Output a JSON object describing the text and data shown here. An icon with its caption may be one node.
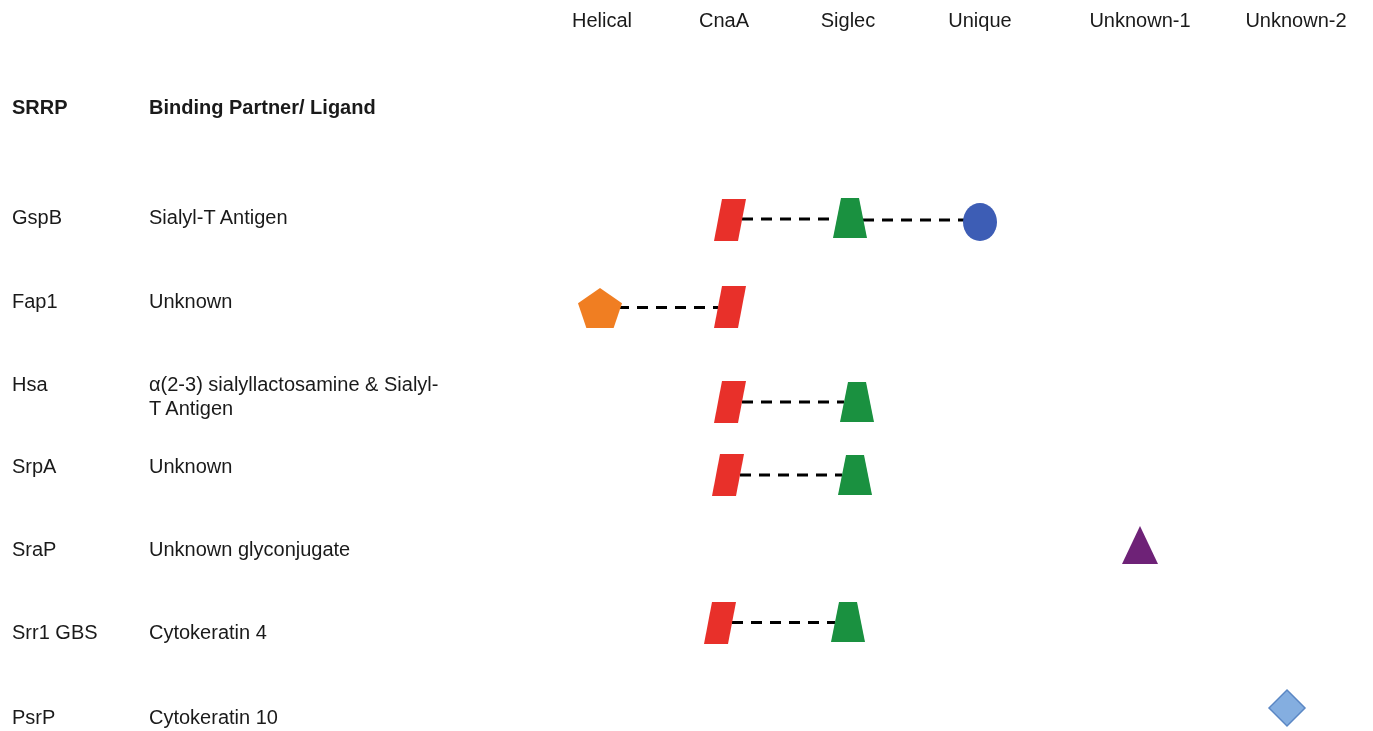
{
  "diagram": {
    "nodes": [
      {
        "text": [],
        "shape": "parallelogram"
      },
      {
        "text": [],
        "shape": "trapezoid"
      },
      {
        "text": [],
        "shape": "circle"
      },
      {
        "text": [],
        "shape": "pentagon"
      },
      {
        "text": [],
        "shape": "parallelogram"
      },
      {
        "text": [],
        "shape": "parallelogram"
      },
      {
        "text": [],
        "shape": "trapezoid"
      },
      {
        "text": [],
        "shape": "parallelogram"
      },
      {
        "text": [],
        "shape": "trapezoid"
      },
      {
        "text": [],
        "shape": "triangle"
      },
      {
        "text": [],
        "shape": "parallelogram"
      },
      {
        "text": [],
        "shape": "trapezoid"
      },
      {
        "text": [],
        "shape": "diamond"
      }
    ],
    "edges": [
      {
        "from": 0,
        "to": 1,
        "arrow": "none",
        "style": "dashed"
      },
      {
        "from": 1,
        "to": 2,
        "arrow": "none",
        "style": "dashed"
      },
      {
        "from": 3,
        "to": 4,
        "arrow": "none",
        "style": "dashed"
      },
      {
        "from": 5,
        "to": 6,
        "arrow": "none",
        "style": "dashed"
      },
      {
        "from": 7,
        "to": 8,
        "arrow": "none",
        "style": "dashed"
      },
      {
        "from": 10,
        "to": 11,
        "arrow": "none",
        "style": "dashed"
      }
    ],
    "labels": [
      "Helical",
      "CnaA",
      "Siglec",
      "Unique",
      "Unknown-1",
      "Unknown-2",
      "SRRP",
      "Binding Partner/ Ligand",
      "GspB",
      "Sialyl-T Antigen",
      "Fap1",
      "Unknown",
      "Hsa",
      "α(2-3) sialyllactosamine & Sialyl-T Antigen",
      "SrpA",
      "Unknown",
      "SraP",
      "Unknown glyconjugate",
      "Srr1 GBS",
      "Cytokeratin 4",
      "PsrP",
      "Cytokeratin 10"
    ]
  }
}
